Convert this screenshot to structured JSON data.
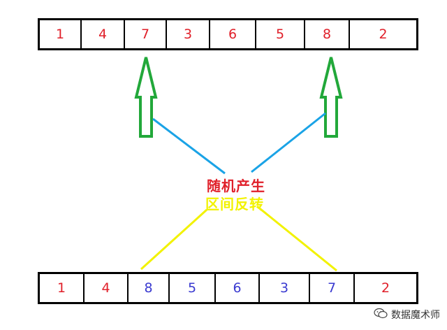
{
  "top_array": {
    "cells": [
      {
        "value": "1",
        "color": "#e0202a"
      },
      {
        "value": "4",
        "color": "#e0202a"
      },
      {
        "value": "7",
        "color": "#e0202a"
      },
      {
        "value": "3",
        "color": "#e0202a"
      },
      {
        "value": "6",
        "color": "#e0202a"
      },
      {
        "value": "5",
        "color": "#e0202a"
      },
      {
        "value": "8",
        "color": "#e0202a"
      },
      {
        "value": "2",
        "color": "#e0202a"
      }
    ]
  },
  "bottom_array": {
    "cells": [
      {
        "value": "1",
        "color": "#e0202a"
      },
      {
        "value": "4",
        "color": "#e0202a"
      },
      {
        "value": "8",
        "color": "#3a3ad0"
      },
      {
        "value": "5",
        "color": "#3a3ad0"
      },
      {
        "value": "6",
        "color": "#3a3ad0"
      },
      {
        "value": "3",
        "color": "#3a3ad0"
      },
      {
        "value": "7",
        "color": "#3a3ad0"
      },
      {
        "value": "2",
        "color": "#e0202a"
      }
    ]
  },
  "labels": {
    "random_generate": "随机产生",
    "range_reverse": "区间反转"
  },
  "watermark": {
    "text": "数据魔术师",
    "icon": "wechat-icon"
  },
  "colors": {
    "arrow": "#22a83a",
    "blue_line": "#1aa3e6",
    "yellow_line": "#f2f200",
    "red_label": "#e0202a",
    "yellow_label": "#f2f200"
  }
}
